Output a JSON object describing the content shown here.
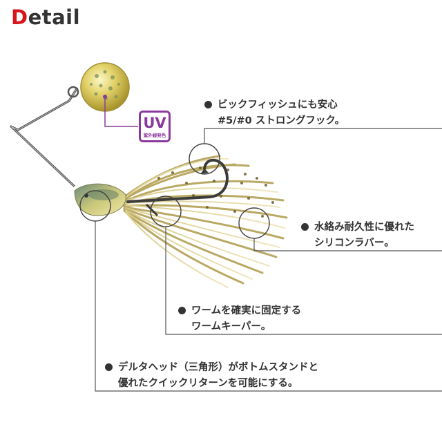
{
  "title": {
    "first_letter": "D",
    "rest": "etail"
  },
  "badge": {
    "label": "UV",
    "sublabel": "紫外線発色"
  },
  "callouts": [
    {
      "id": "hook",
      "line1": "ビックフィッシュにも安心",
      "line2": "#5/#0 ストロングフック。"
    },
    {
      "id": "rubber",
      "line1": "水絡み耐久性に優れた",
      "line2": "シリコンラバー。"
    },
    {
      "id": "keeper",
      "line1": "ワームを確実に固定する",
      "line2": "ワームキーパー。"
    },
    {
      "id": "head",
      "line1": "デルタヘッド（三角形）がボトムスタンドと",
      "line2": "優れたクイックリターンを可能にする。"
    }
  ],
  "colors": {
    "accent_red": "#d7151d",
    "uv_purple": "#8a3a9c",
    "text": "#333333"
  }
}
